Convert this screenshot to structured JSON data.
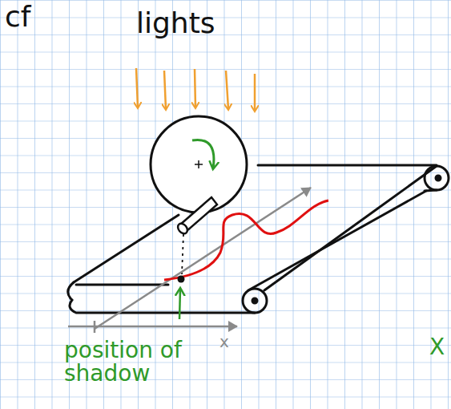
{
  "diagram": {
    "labels": [
      "cf",
      "lights",
      "position of shadow",
      "x",
      "X"
    ]
  }
}
